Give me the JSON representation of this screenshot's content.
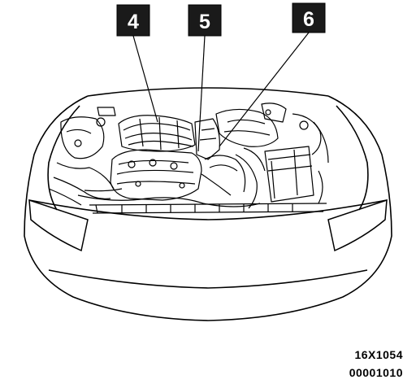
{
  "callouts": [
    {
      "label": "4"
    },
    {
      "label": "5"
    },
    {
      "label": "6"
    }
  ],
  "figure_code": "16X1054",
  "document_code": "00001010",
  "colors": {
    "ink": "#000000",
    "paper": "#ffffff",
    "callout_fill": "#1a1a1a"
  }
}
